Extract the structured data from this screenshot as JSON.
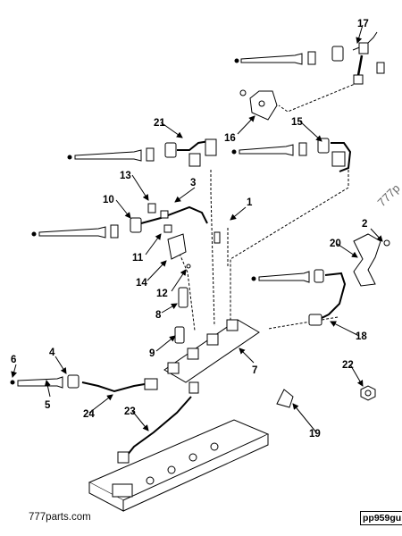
{
  "diagram": {
    "callouts": [
      {
        "id": "c1",
        "text": "1"
      },
      {
        "id": "c2",
        "text": "2"
      },
      {
        "id": "c3",
        "text": "3"
      },
      {
        "id": "c4",
        "text": "4"
      },
      {
        "id": "c5",
        "text": "5"
      },
      {
        "id": "c6",
        "text": "6"
      },
      {
        "id": "c7",
        "text": "7"
      },
      {
        "id": "c8",
        "text": "8"
      },
      {
        "id": "c9",
        "text": "9"
      },
      {
        "id": "c10",
        "text": "10"
      },
      {
        "id": "c11",
        "text": "11"
      },
      {
        "id": "c12",
        "text": "12"
      },
      {
        "id": "c13",
        "text": "13"
      },
      {
        "id": "c14",
        "text": "14"
      },
      {
        "id": "c15",
        "text": "15"
      },
      {
        "id": "c16",
        "text": "16"
      },
      {
        "id": "c17",
        "text": "17"
      },
      {
        "id": "c18",
        "text": "18"
      },
      {
        "id": "c19",
        "text": "19"
      },
      {
        "id": "c20",
        "text": "20"
      },
      {
        "id": "c21",
        "text": "21"
      },
      {
        "id": "c22",
        "text": "22"
      },
      {
        "id": "c23",
        "text": "23"
      },
      {
        "id": "c24",
        "text": "24"
      }
    ],
    "watermark_right": "777p",
    "source_text": "777parts.com",
    "figure_code": "pp959gu"
  }
}
